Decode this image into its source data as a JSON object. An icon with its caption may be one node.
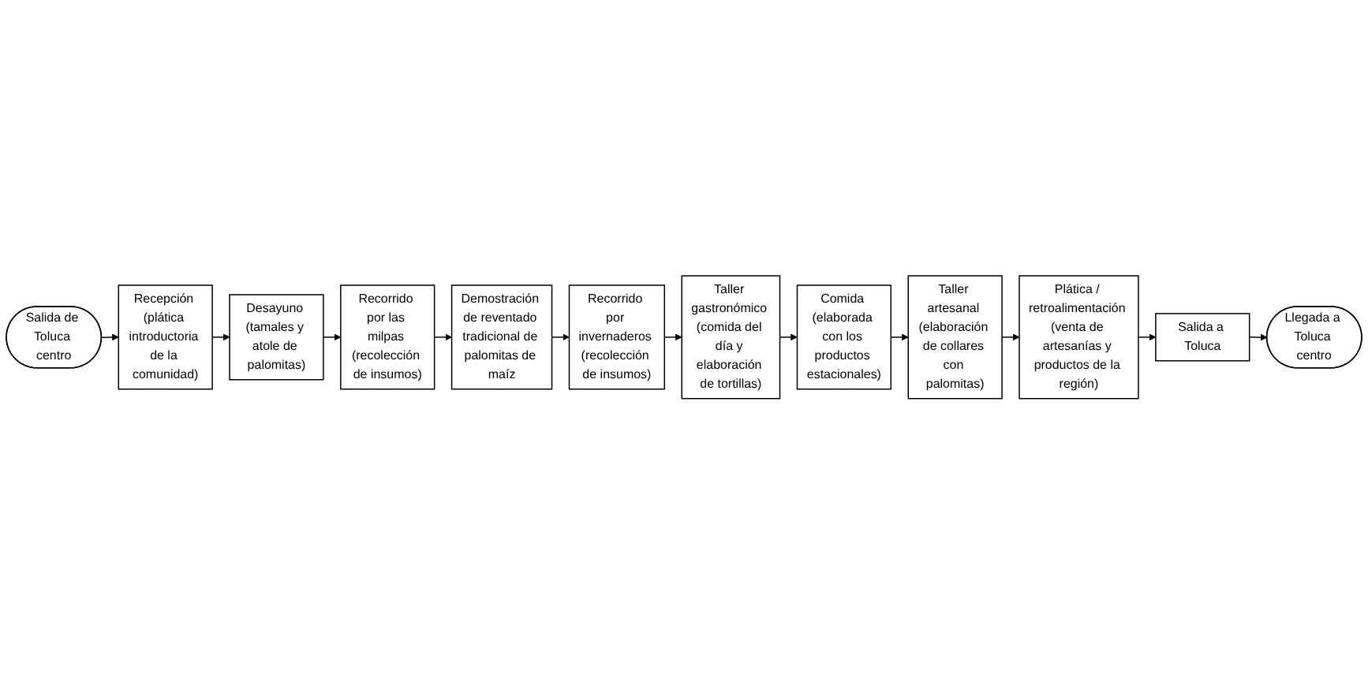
{
  "diagram": {
    "nodes": [
      {
        "text": [
          "Salida de Toluca centro"
        ]
      },
      {
        "text": [
          "Recepción (plática introductoria de la comunidad)"
        ]
      },
      {
        "text": [
          "Desayuno (tamales y atole de palomitas)"
        ]
      },
      {
        "text": [
          "Recorrido por las milpas (recolección de insumos)"
        ]
      },
      {
        "text": [
          "Demostración de reventado tradicional de palomitas de maíz"
        ]
      },
      {
        "text": [
          "Recorrido por invernaderos (recolección de insumos)"
        ]
      },
      {
        "text": [
          "Taller gastronómico (comida del día y elaboración de tortillas)"
        ]
      },
      {
        "text": [
          "Comida (elaborada con los productos estacionales)"
        ]
      },
      {
        "text": [
          "Taller artesanal (elaboración de collares con palomitas)"
        ]
      },
      {
        "text": [
          "Plática / retroalimentación (venta de artesanías y productos de la región)"
        ]
      },
      {
        "text": [
          "Salida a Toluca"
        ]
      },
      {
        "text": [
          "Llegada a Toluca centro"
        ]
      }
    ],
    "edges": [
      {
        "from": 0,
        "to": 1,
        "arrow": "to"
      },
      {
        "from": 1,
        "to": 2,
        "arrow": "to"
      },
      {
        "from": 2,
        "to": 3,
        "arrow": "to"
      },
      {
        "from": 3,
        "to": 4,
        "arrow": "to"
      },
      {
        "from": 4,
        "to": 5,
        "arrow": "to"
      },
      {
        "from": 5,
        "to": 6,
        "arrow": "to"
      },
      {
        "from": 6,
        "to": 7,
        "arrow": "to"
      },
      {
        "from": 7,
        "to": 8,
        "arrow": "to"
      },
      {
        "from": 8,
        "to": 9,
        "arrow": "to"
      },
      {
        "from": 9,
        "to": 10,
        "arrow": "to"
      },
      {
        "from": 10,
        "to": 11,
        "arrow": "to"
      }
    ]
  }
}
